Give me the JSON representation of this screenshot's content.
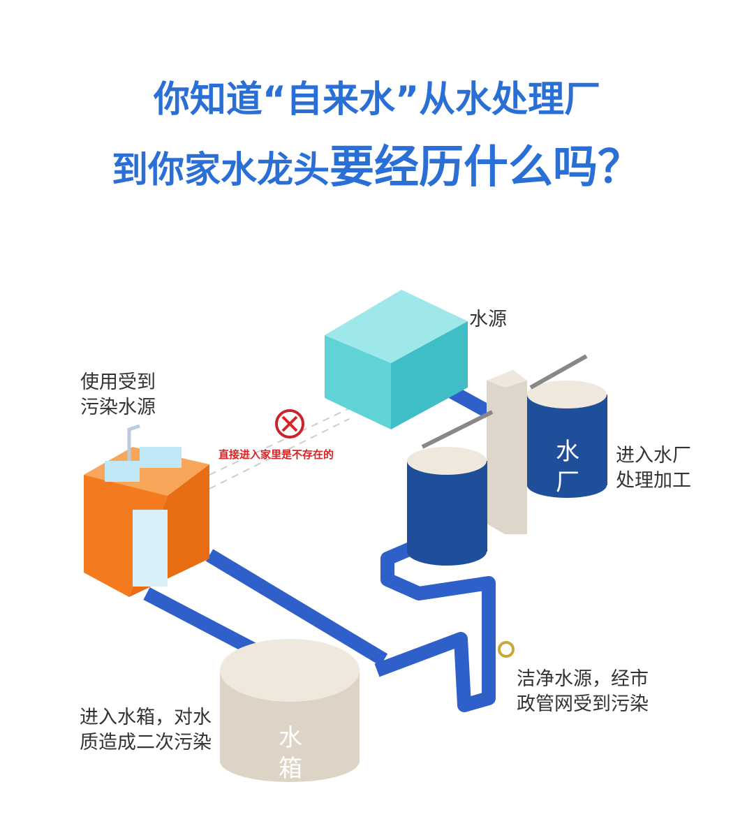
{
  "title": {
    "line1": "你知道“自来水”从水处理厂",
    "line2_a": "到你家水龙头",
    "line2_b": "要经历什么吗？"
  },
  "labels": {
    "water_source": "水源",
    "polluted_use_1": "使用受到",
    "polluted_use_2": "污染水源",
    "not_direct": "直接进入家里是不存在的",
    "plant_tank_1": "水",
    "plant_tank_2": "厂",
    "plant_1": "进入水厂",
    "plant_2": "处理加工",
    "pipe_1": "洁净水源，经市",
    "pipe_2": "政管网受到污染",
    "box_1": "进入水箱，对水",
    "box_2": "质造成二次污染",
    "box_tank_1": "水",
    "box_tank_2": "箱"
  },
  "colors": {
    "title": "#2a6fd6",
    "pipe": "#2f5fc8",
    "tank": "#1f4f9a",
    "source": "#5fd3d6",
    "sink": "#f47a1f",
    "warning": "#d62323"
  }
}
